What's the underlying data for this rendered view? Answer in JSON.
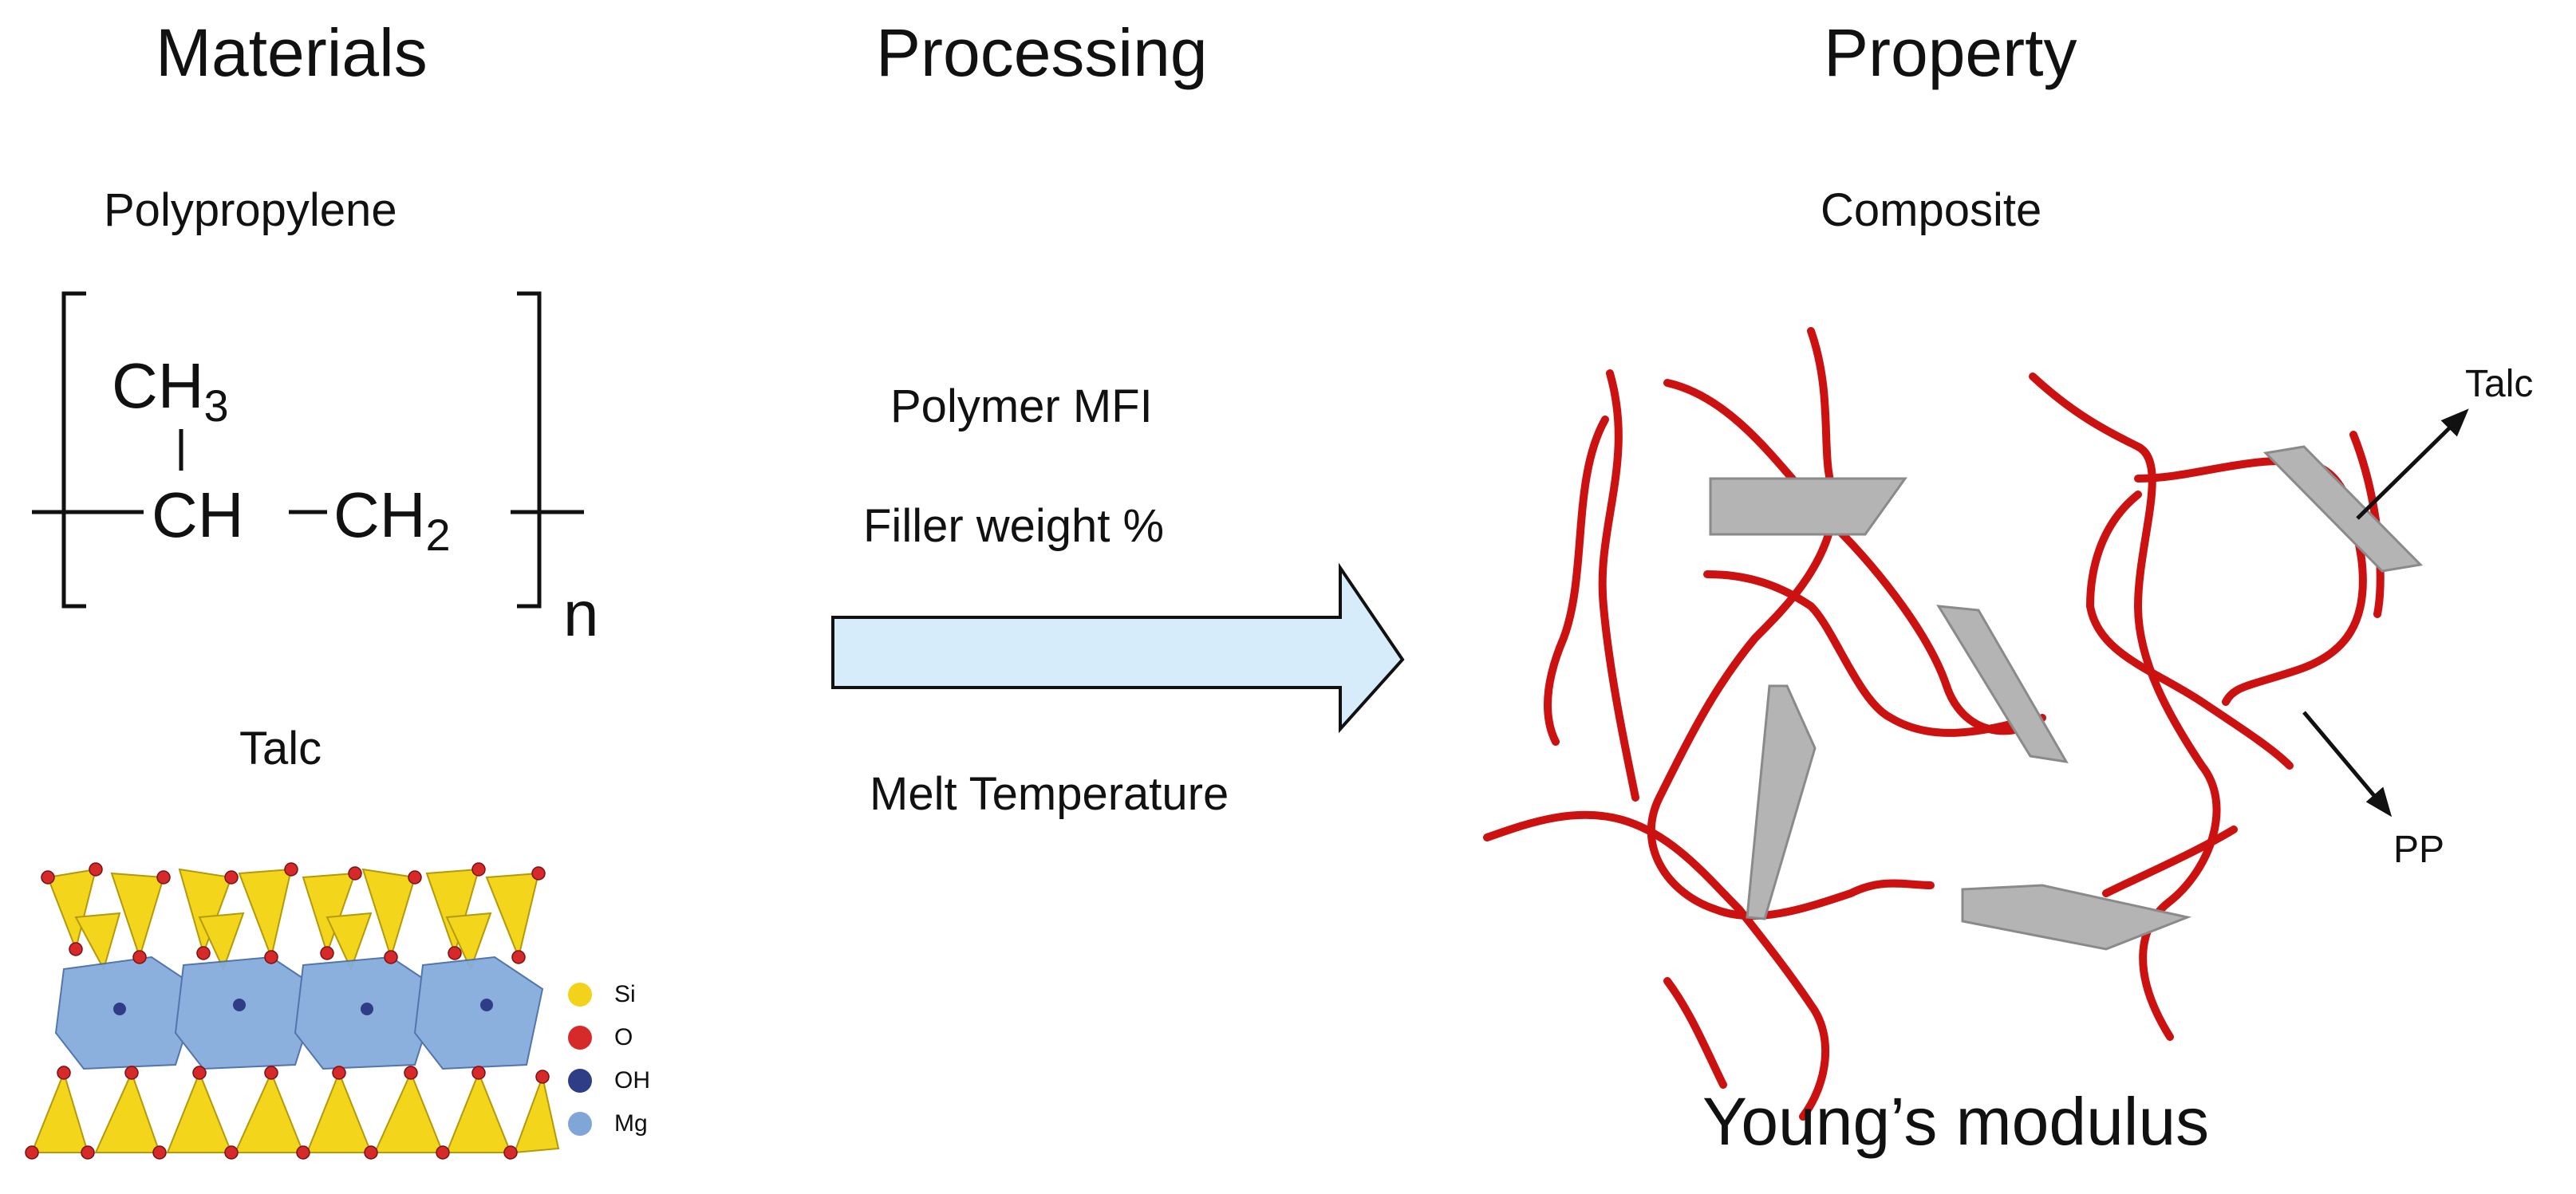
{
  "headings": {
    "materials": "Materials",
    "processing": "Processing",
    "property": "Property"
  },
  "materials": {
    "polymer_name": "Polypropylene",
    "formula": {
      "methyl": "CH",
      "methyl_sub": "3",
      "backbone_ch": "CH",
      "backbone_ch2": "CH",
      "ch2_sub": "2",
      "repeat_n": "n"
    },
    "filler_name": "Talc",
    "talc_legend": [
      {
        "label": "Si",
        "color": "#f2d21b"
      },
      {
        "label": "O",
        "color": "#d62a2a"
      },
      {
        "label": "OH",
        "color": "#2f3d86"
      },
      {
        "label": "Mg",
        "color": "#7fa6d6"
      }
    ]
  },
  "processing": {
    "params": [
      "Polymer  MFI",
      "Filler weight  %",
      "Melt Temperature"
    ],
    "arrow_color": "#d6ecfb"
  },
  "property": {
    "composite_label": "Composite",
    "talc_label": "Talc",
    "pp_label": "PP",
    "result": "Young’s modulus",
    "chain_color": "#cc1111",
    "platelet_color": "#b4b4b4"
  }
}
